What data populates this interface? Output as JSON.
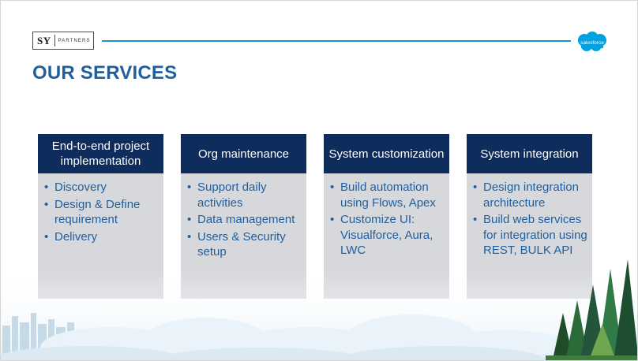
{
  "header": {
    "logo_mark": "SY",
    "logo_word": "PARTNERS",
    "brand_badge": "salesforce",
    "brand_color": "#00a1e0",
    "accent_line_color": "#1f8fd6"
  },
  "title": "OUR SERVICES",
  "colors": {
    "title": "#1f5f9f",
    "card_header": "#0e2c5c",
    "card_body": "#d7d8dc",
    "bullet_text": "#1f5f9f"
  },
  "services": [
    {
      "heading": "End-to-end project implementation",
      "items": [
        "Discovery",
        "Design & Define requirement",
        "Delivery"
      ]
    },
    {
      "heading": "Org maintenance",
      "items": [
        "Support daily activities",
        "Data management",
        "Users & Security setup"
      ]
    },
    {
      "heading": "System customization",
      "items": [
        "Build automation using Flows, Apex",
        "Customize UI: Visualforce, Aura, LWC"
      ]
    },
    {
      "heading": "System integration",
      "items": [
        "Design integration architecture",
        "Build web services for integration using REST, BULK API"
      ]
    }
  ]
}
